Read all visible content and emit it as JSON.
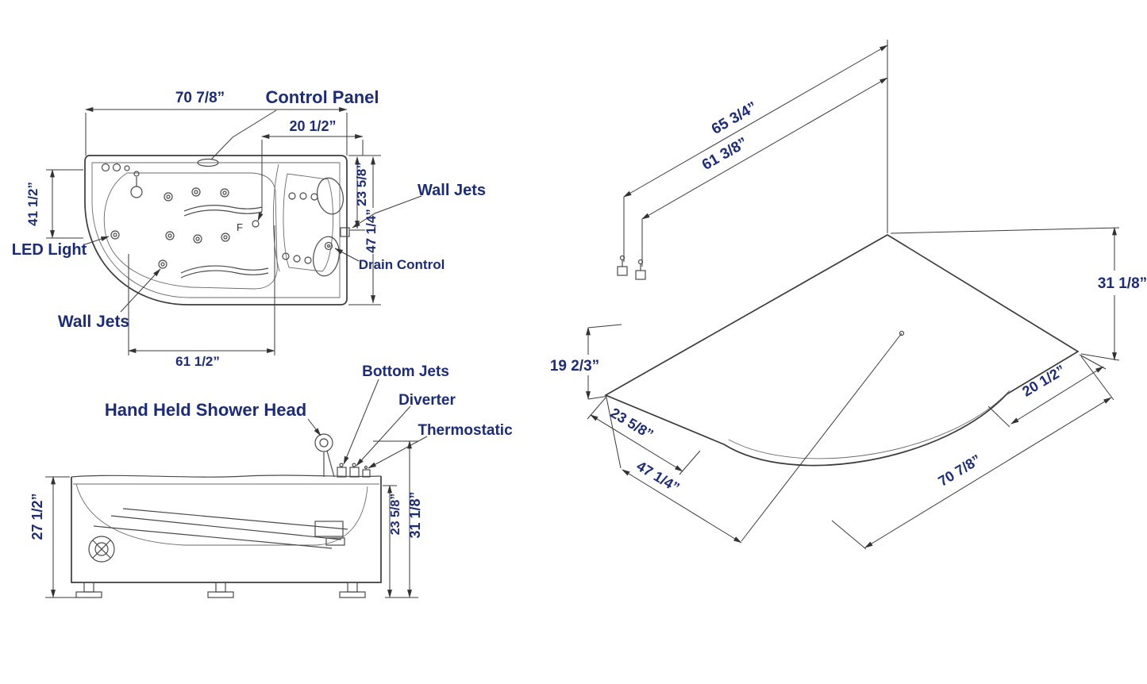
{
  "colors": {
    "label": "#1c2b7a",
    "line": "#3a3a3a"
  },
  "top_view": {
    "dims": {
      "width": "70 7/8”",
      "panel_offset": "20 1/2”",
      "depth_upper": "23 5/8”",
      "depth_full": "47 1/4”",
      "left_span": "41 1/2”",
      "bottom_span": "61 1/2”"
    },
    "labels": {
      "control_panel": "Control Panel",
      "wall_jets_right": "Wall Jets",
      "drain_control": "Drain Control",
      "led_light": "LED Light",
      "wall_jets_bottom": "Wall Jets"
    },
    "marks": {
      "f": "F"
    }
  },
  "side_view": {
    "labels": {
      "hand_held_shower_head": "Hand Held Shower Head",
      "bottom_jets": "Bottom Jets",
      "diverter": "Diverter",
      "thermostatic": "Thermostatic"
    },
    "dims": {
      "height_front": "27 1/2”",
      "basin_depth": "23 5/8”",
      "overall_height": "31 1/8”"
    }
  },
  "iso_view": {
    "dims": {
      "back_edge_outer": "65 3/4”",
      "back_edge_inner": "61 3/8”",
      "height_right": "31 1/8”",
      "height_left": "19 2/3”",
      "front_left_short": "23 5/8”",
      "front_left_long": "47 1/4”",
      "front_right_short": "20 1/2”",
      "front_right_long": "70 7/8”"
    }
  }
}
